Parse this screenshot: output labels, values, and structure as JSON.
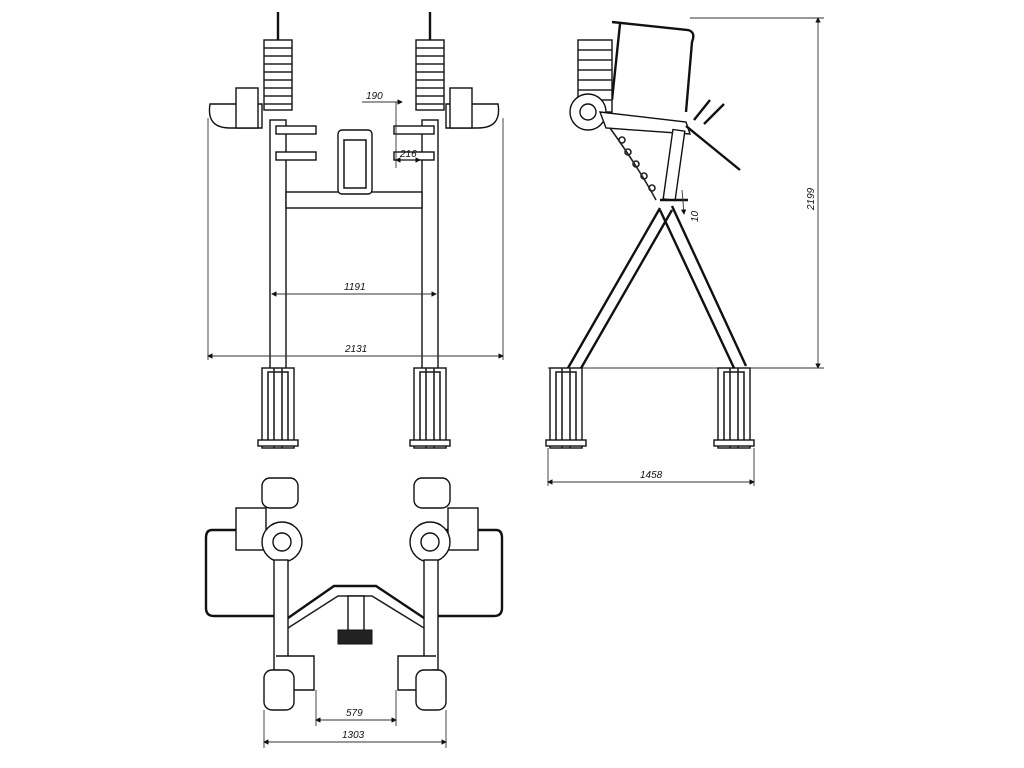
{
  "drawing": {
    "front_view": {
      "dims": {
        "top_offset": "190",
        "arm_offset": "216",
        "inner_width": "1191",
        "overall_width": "2131"
      }
    },
    "side_view": {
      "dims": {
        "height": "2199",
        "gap": "10",
        "depth": "1458"
      }
    },
    "top_view": {
      "dims": {
        "foot_gap": "579",
        "base_width": "1303"
      }
    }
  }
}
